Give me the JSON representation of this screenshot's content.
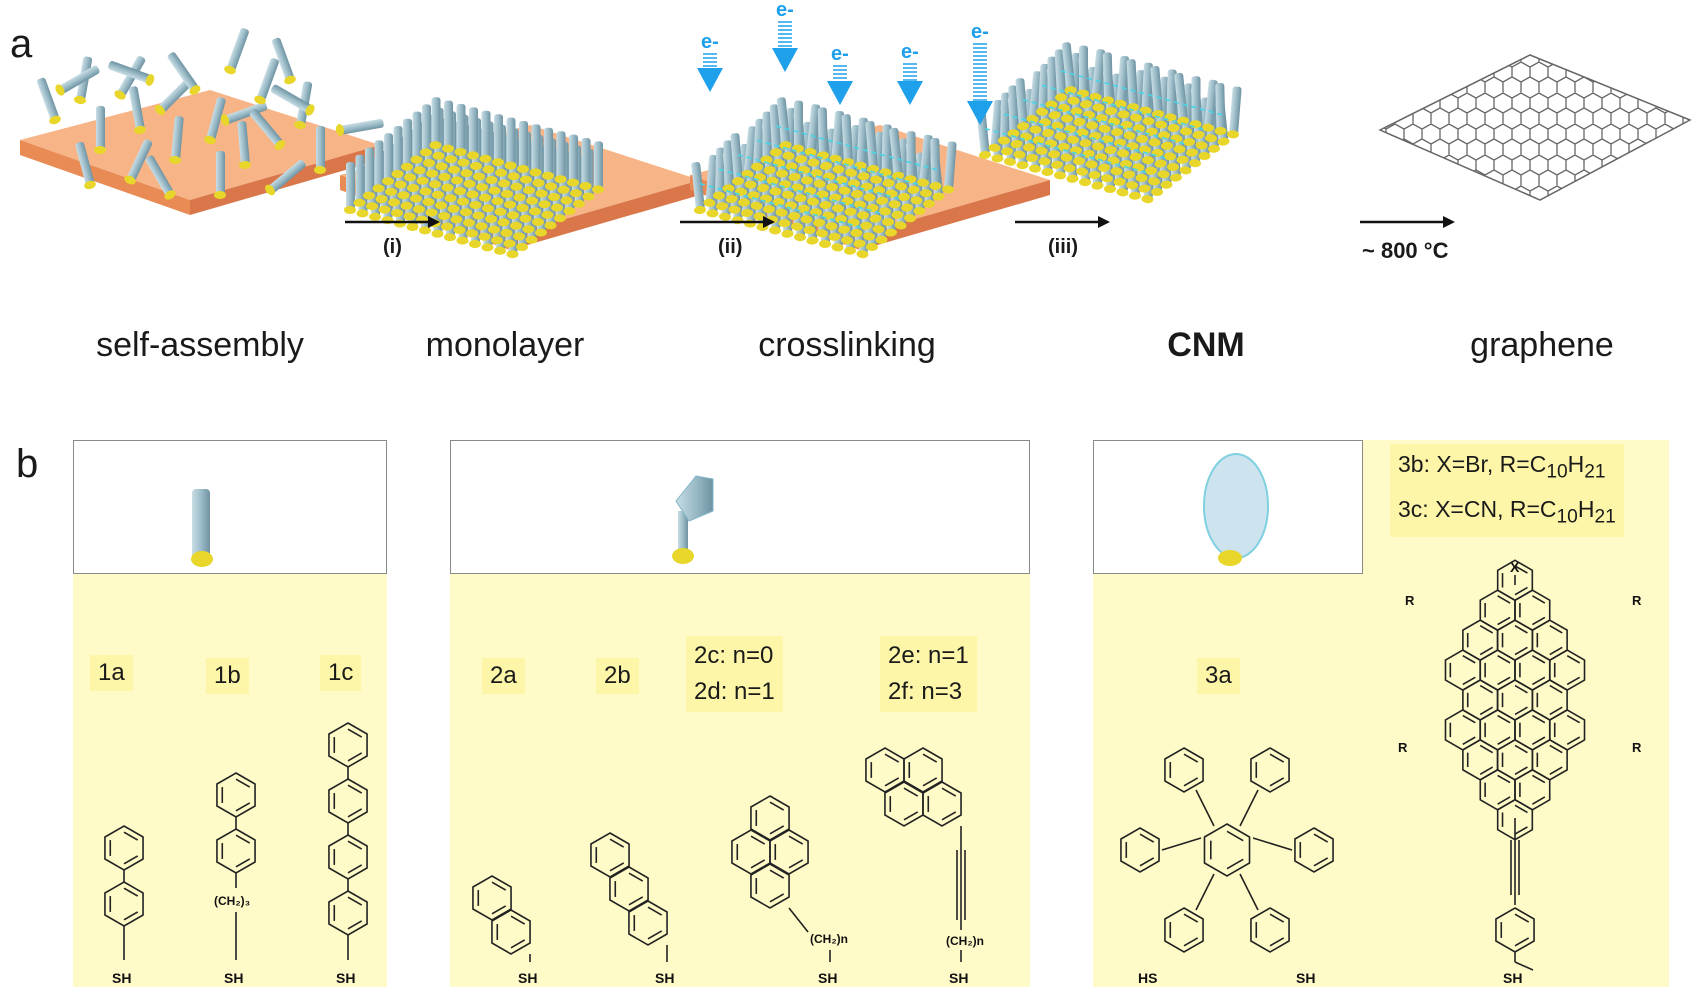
{
  "panel_a": {
    "letter": "a",
    "stages": [
      "self-assembly",
      "monolayer",
      "crosslinking",
      "CNM",
      "graphene"
    ],
    "arrows": [
      "(i)",
      "(ii)",
      "(iii)"
    ],
    "temperature": "~ 800 °C",
    "electron_label": "e-"
  },
  "panel_b": {
    "letter": "b",
    "group1": {
      "labels": [
        "1a",
        "1b",
        "1c"
      ],
      "spacer": "(CH₂)₃"
    },
    "group2": {
      "labels": [
        "2a",
        "2b"
      ],
      "tag_c_line1": "2c: n=0",
      "tag_c_line2": "2d: n=1",
      "tag_e_line1": "2e: n=1",
      "tag_e_line2": "2f:  n=3",
      "spacer": "(CH₂)n"
    },
    "group3": {
      "label": "3a",
      "line1": "3b: X=Br, R=C",
      "line1_sub1": "10",
      "line1_mid": "H",
      "line1_sub2": "21",
      "line2": "3c: X=CN, R=C",
      "line2_sub1": "10",
      "line2_mid": "H",
      "line2_sub2": "21",
      "x_atom": "X",
      "r_group": "R"
    },
    "thiol": "SH",
    "thiol_left": "HS"
  },
  "colors": {
    "substrate": "#f5a877",
    "molecule": "#a6c8d4",
    "anchor": "#e8d62a",
    "electron": "#1ea0ea",
    "bg_yellow": "#fefbc8",
    "crosslink": "#45d6e8"
  }
}
